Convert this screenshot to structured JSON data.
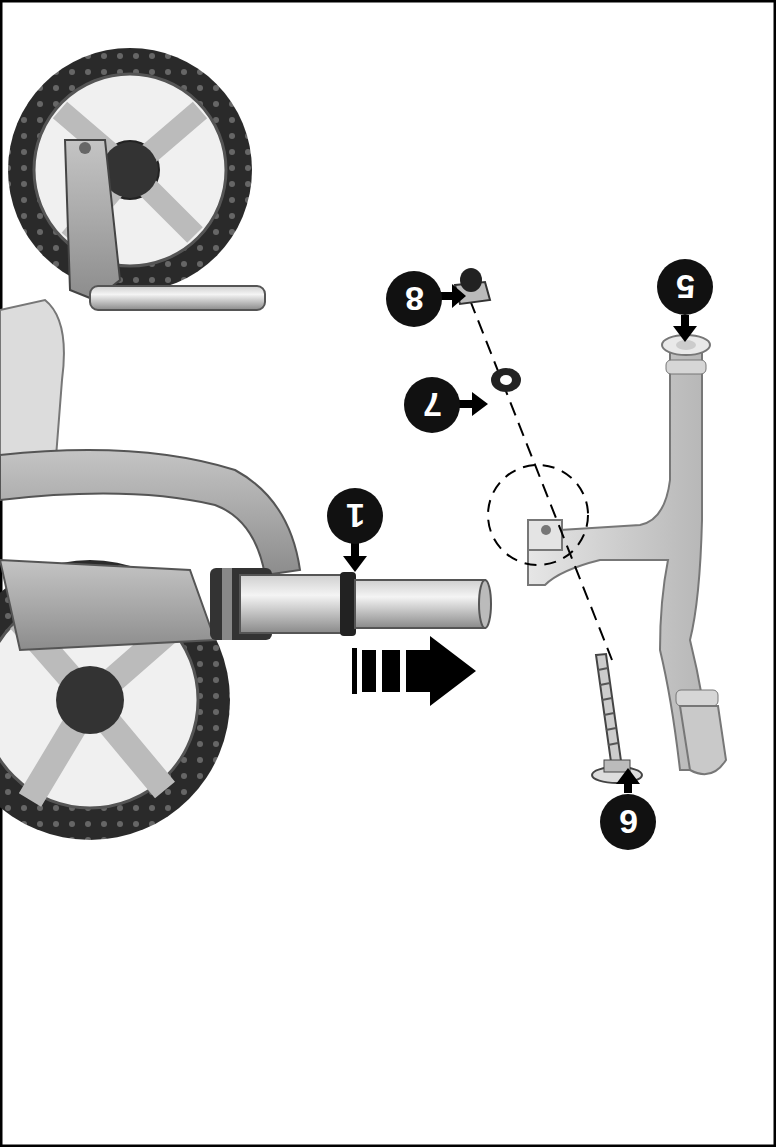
{
  "diagram": {
    "nodes": [
      {
        "text": [
          "8"
        ]
      },
      {
        "text": [
          "5"
        ]
      },
      {
        "text": [
          "7"
        ]
      },
      {
        "text": [
          "1"
        ]
      },
      {
        "text": [
          "6"
        ]
      }
    ]
  }
}
